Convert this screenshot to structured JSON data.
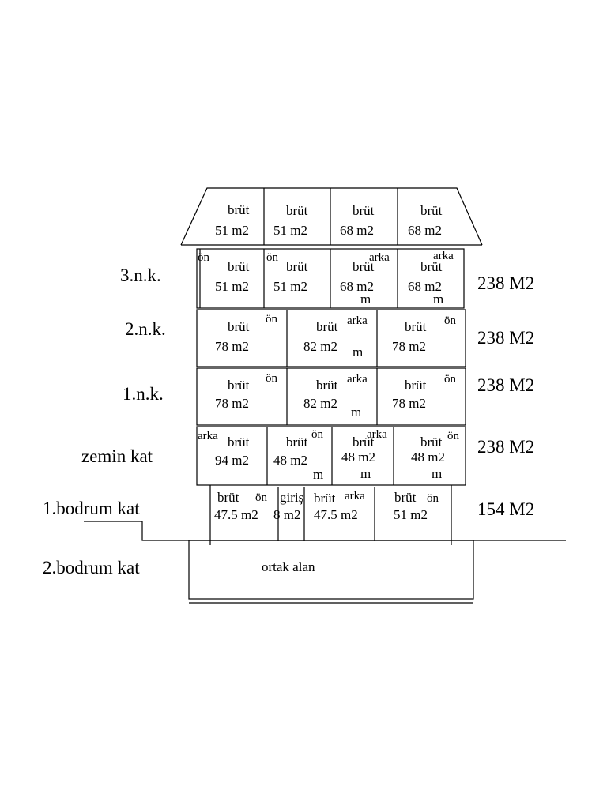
{
  "floors": [
    {
      "key": "roof",
      "label": "",
      "total": "",
      "units": [
        {
          "line1": "brüt",
          "line2": "51 m2"
        },
        {
          "line1": "brüt",
          "line2": "51 m2"
        },
        {
          "line1": "brüt",
          "line2": "68 m2"
        },
        {
          "line1": "brüt",
          "line2": "68 m2"
        }
      ]
    },
    {
      "key": "3nk",
      "label": "3.n.k.",
      "total": "238 M2",
      "units": [
        {
          "line1": "brüt",
          "line2": "51 m2",
          "side": "ön"
        },
        {
          "line1": "brüt",
          "line2": "51 m2",
          "side": "ön"
        },
        {
          "line1": "brüt",
          "line2": "68 m2",
          "side": "arka",
          "extra": "m"
        },
        {
          "line1": "brüt",
          "line2": "68 m2",
          "side": "arka",
          "extra": "m"
        }
      ]
    },
    {
      "key": "2nk",
      "label": "2.n.k.",
      "total": "238 M2",
      "units": [
        {
          "line1": "brüt",
          "line2": "78 m2",
          "side": "ön"
        },
        {
          "line1": "brüt",
          "line2": "82 m2",
          "side": "arka",
          "extra": "m"
        },
        {
          "line1": "brüt",
          "line2": "78 m2",
          "side": "ön"
        }
      ]
    },
    {
      "key": "1nk",
      "label": "1.n.k.",
      "total": "238 M2",
      "units": [
        {
          "line1": "brüt",
          "line2": "78 m2",
          "side": "ön"
        },
        {
          "line1": "brüt",
          "line2": "82 m2",
          "side": "arka",
          "extra": "m"
        },
        {
          "line1": "brüt",
          "line2": "78 m2",
          "side": "ön"
        }
      ]
    },
    {
      "key": "zemin",
      "label": "zemin kat",
      "total": "238 M2",
      "units": [
        {
          "line1": "brüt",
          "line2": "94 m2",
          "side": "arka"
        },
        {
          "line1": "brüt",
          "line2": "48 m2",
          "side": "ön",
          "extra": "m"
        },
        {
          "line1": "brüt",
          "line2": "48 m2",
          "side": "arka",
          "extra": "m"
        },
        {
          "line1": "brüt",
          "line2": "48 m2",
          "side": "ön",
          "extra": "m"
        }
      ]
    },
    {
      "key": "bodrum1",
      "label": "1.bodrum kat",
      "total": "154 M2",
      "units": [
        {
          "line1": "brüt",
          "line2": "47.5 m2",
          "side": "ön"
        },
        {
          "line1": "giriş",
          "line2": "8 m2"
        },
        {
          "line1": "brüt",
          "line2": "47.5 m2",
          "side": "arka"
        },
        {
          "line1": "brüt",
          "line2": "51 m2",
          "side": "ön"
        }
      ]
    },
    {
      "key": "bodrum2",
      "label": "2.bodrum kat",
      "total": "",
      "units": [
        {
          "line1": "ortak alan",
          "line2": ""
        }
      ]
    }
  ]
}
